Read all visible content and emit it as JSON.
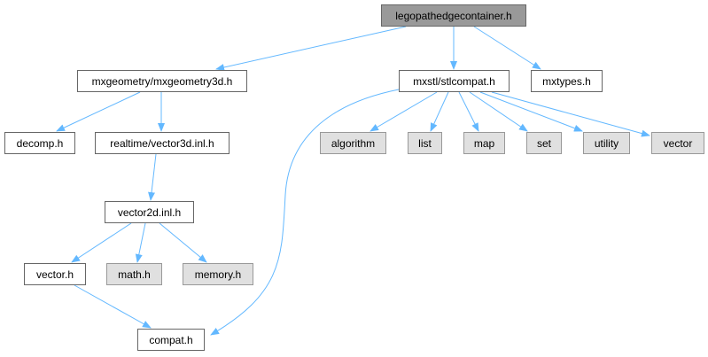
{
  "title": "legopathedgecontainer.h",
  "colors": {
    "edge": "#63b8ff",
    "root_fill": "#999999",
    "root_stroke": "#666666",
    "local_fill": "#ffffff",
    "local_stroke": "#666666",
    "system_fill": "#e0e0e0",
    "system_stroke": "#999999"
  },
  "nodes": [
    {
      "id": "root",
      "label": "legopathedgecontainer.h",
      "kind": "root"
    },
    {
      "id": "mxgeometry3d",
      "label": "mxgeometry/mxgeometry3d.h",
      "kind": "local"
    },
    {
      "id": "stlcompat",
      "label": "mxstl/stlcompat.h",
      "kind": "local"
    },
    {
      "id": "mxtypes",
      "label": "mxtypes.h",
      "kind": "local"
    },
    {
      "id": "decomp",
      "label": "decomp.h",
      "kind": "local"
    },
    {
      "id": "vector3d",
      "label": "realtime/vector3d.inl.h",
      "kind": "local"
    },
    {
      "id": "algorithm",
      "label": "algorithm",
      "kind": "system"
    },
    {
      "id": "list",
      "label": "list",
      "kind": "system"
    },
    {
      "id": "map",
      "label": "map",
      "kind": "system"
    },
    {
      "id": "set",
      "label": "set",
      "kind": "system"
    },
    {
      "id": "utility",
      "label": "utility",
      "kind": "system"
    },
    {
      "id": "vector",
      "label": "vector",
      "kind": "system"
    },
    {
      "id": "vector2d",
      "label": "vector2d.inl.h",
      "kind": "local"
    },
    {
      "id": "vectorh",
      "label": "vector.h",
      "kind": "local"
    },
    {
      "id": "math",
      "label": "math.h",
      "kind": "system"
    },
    {
      "id": "memory",
      "label": "memory.h",
      "kind": "system"
    },
    {
      "id": "compat",
      "label": "compat.h",
      "kind": "local"
    }
  ],
  "edges": [
    {
      "from": "root",
      "to": "mxgeometry3d"
    },
    {
      "from": "root",
      "to": "stlcompat"
    },
    {
      "from": "root",
      "to": "mxtypes"
    },
    {
      "from": "mxgeometry3d",
      "to": "decomp"
    },
    {
      "from": "mxgeometry3d",
      "to": "vector3d"
    },
    {
      "from": "vector3d",
      "to": "vector2d"
    },
    {
      "from": "vector2d",
      "to": "vectorh"
    },
    {
      "from": "vector2d",
      "to": "math"
    },
    {
      "from": "vector2d",
      "to": "memory"
    },
    {
      "from": "vectorh",
      "to": "compat"
    },
    {
      "from": "stlcompat",
      "to": "compat"
    },
    {
      "from": "stlcompat",
      "to": "algorithm"
    },
    {
      "from": "stlcompat",
      "to": "list"
    },
    {
      "from": "stlcompat",
      "to": "map"
    },
    {
      "from": "stlcompat",
      "to": "set"
    },
    {
      "from": "stlcompat",
      "to": "utility"
    },
    {
      "from": "stlcompat",
      "to": "vector"
    }
  ]
}
